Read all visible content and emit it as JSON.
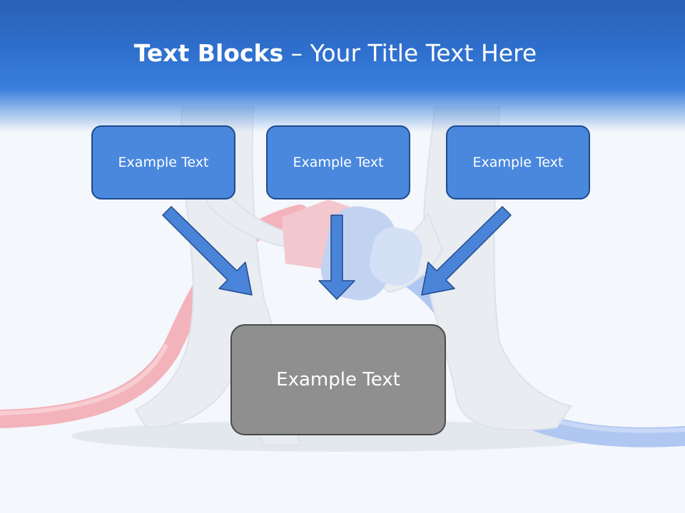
{
  "slide": {
    "title_bold": "Text Blocks",
    "title_separator": " – ",
    "title_rest": "Your Title Text Here"
  },
  "diagram": {
    "top_boxes": [
      {
        "label": "Example Text"
      },
      {
        "label": "Example Text"
      },
      {
        "label": "Example Text"
      }
    ],
    "bottom_box": {
      "label": "Example Text"
    }
  },
  "colors": {
    "header_blue": "#2e6fcd",
    "box_blue": "#4a88de",
    "box_border": "#1f4a8c",
    "gray_box": "#8f8f8f",
    "arrow": "#4a84d8"
  },
  "icons": {
    "background": "figures-connecting-cables-illustration"
  }
}
